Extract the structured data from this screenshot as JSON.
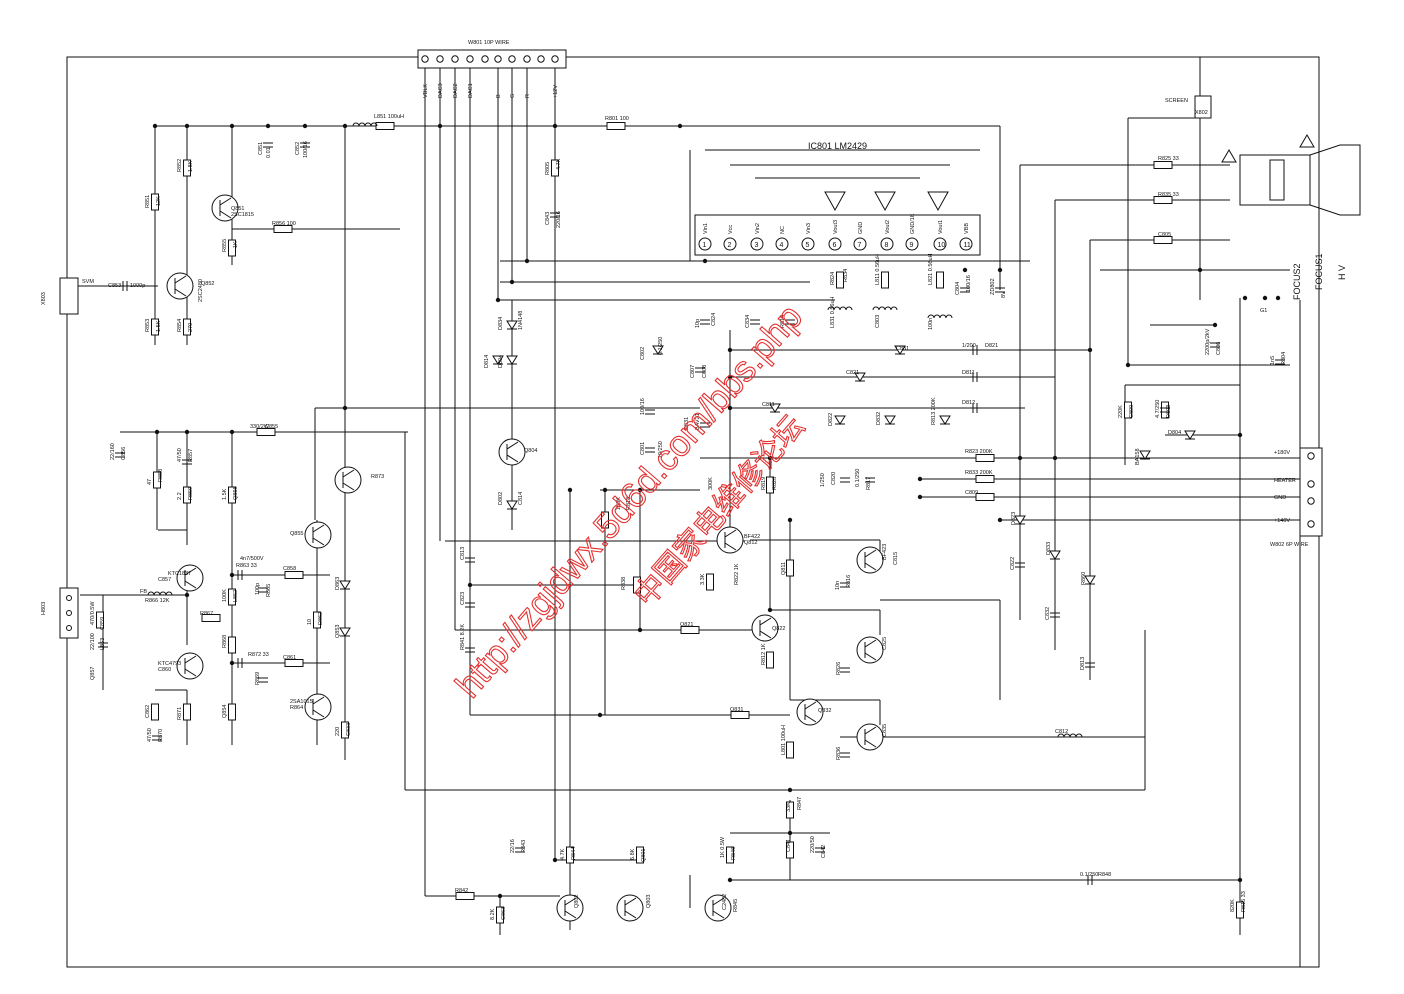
{
  "connector_top": {
    "label": "W801  10P WIRE",
    "pins": [
      "VBLK",
      "DAC3",
      "DAC2",
      "DAC1",
      "",
      "B",
      "G",
      "R",
      "",
      "+12V"
    ]
  },
  "ic": {
    "title": "IC801  LM2429",
    "pin_labels": [
      "Vin1",
      "Vcc",
      "Vin2",
      "NC",
      "Vin3",
      "Vout3",
      "GND",
      "Vout2",
      "GND/1K",
      "Vout1",
      "VBB"
    ],
    "pin_numbers": [
      "1",
      "2",
      "3",
      "4",
      "5",
      "6",
      "7",
      "8",
      "9",
      "10",
      "11"
    ]
  },
  "crt": {
    "screen": "SCREEN",
    "x802": "X802",
    "focus2": "FOCUS2",
    "focus1": "FOCUS1",
    "hv": "H V",
    "g1": "G1"
  },
  "connector_right": {
    "label": "W802  6P WIRE",
    "pins": [
      "+180V",
      "HEATER",
      "GND",
      "+140V"
    ]
  },
  "connectors_left": {
    "x803": "X803",
    "svm": "SVM",
    "h803": "H803"
  },
  "components": [
    "L851 100uH",
    "C851",
    "0.01",
    "C852",
    "100/16",
    "R801 100",
    "R852",
    "1.8K",
    "R851",
    "12K",
    "Q851",
    "2SC1815",
    "R855",
    "1K",
    "R856 100",
    "C853",
    "1000p",
    "Q852",
    "2SC2480",
    "R853",
    "1.5K",
    "R854",
    "270",
    "R805",
    "4.7K",
    "C843",
    "220/16",
    "D834",
    "1N4148",
    "D814",
    "D804",
    "Q804",
    "D802",
    "C814",
    "10p",
    "C824",
    "C834",
    "R814",
    "R824",
    "R834",
    "L811 0.56uH",
    "L821 0.56uH",
    "L831 0.56uH",
    "C803",
    "100n",
    "C804",
    "100/16",
    "ZD802",
    "8V",
    "C802",
    "0.1/250",
    "C807",
    "C808",
    "100/16",
    "C801",
    "10/250",
    "D831",
    "BAV21",
    "C831",
    "1/200",
    "D821",
    "C821",
    "D811",
    "C811",
    "D812",
    "D822",
    "D832",
    "R813 200K",
    "R823 200K",
    "R833 200K",
    "C809",
    "1/250",
    "C820",
    "0.1/250",
    "R817",
    "150K",
    "R818",
    "300K",
    "R819",
    "R828",
    "R838",
    "Q811",
    "BF422",
    "Q812",
    "BF423",
    "C815",
    "10n",
    "R816",
    "3.3K",
    "R822 1K",
    "Q821",
    "Q822",
    "C825",
    "R826",
    "R812 1K",
    "Q831",
    "Q832",
    "C835",
    "R836",
    "L801 100uH",
    "C812",
    "C822",
    "C832",
    "D813",
    "D823",
    "D833",
    "R860",
    "330/2W",
    "C855",
    "22/160",
    "C856",
    "47/50",
    "R857",
    "47",
    "R858",
    "2.2",
    "R859",
    "1.5K",
    "Q856",
    "KTC1837",
    "C857",
    "4n7/500V",
    "R863 33",
    "C858",
    "100p",
    "R865",
    "100K",
    "L852",
    "FB",
    "R866 12K",
    "R867",
    "R868",
    "470/0.5W",
    "C859",
    "22/100",
    "L853",
    "Q857",
    "KTC4793",
    "C860",
    "R872 33",
    "C861",
    "R869",
    "C862",
    "47/50",
    "R870",
    "R871",
    "Q854",
    "Q855",
    "2SA1015",
    "R864",
    "10",
    "D862",
    "D863",
    "Q853",
    "R873",
    "220",
    "C833",
    "C813",
    "C823",
    "R841 8.2K",
    "R842",
    "8.2K",
    "C863",
    "22/16",
    "R843",
    "4.7K",
    "R844",
    "6.8K",
    "Q801",
    "Q802",
    "Q803",
    "C2482",
    "R845",
    "1K 0.5W",
    "R846",
    "33K",
    "R847",
    "C841",
    "220/50",
    "C842",
    "0.1/250",
    "R848",
    "820K",
    "R815 33",
    "R825 33",
    "R835 33",
    "C805",
    "2200p/2kV",
    "C806",
    "1n5",
    "R804",
    "220K",
    "C800",
    "4.7/250",
    "D803",
    "D804",
    "BA158"
  ],
  "watermark": {
    "url": "http://zgjdwx.5d6d.com/bbs.php",
    "cn": "中国家电维修论坛"
  }
}
